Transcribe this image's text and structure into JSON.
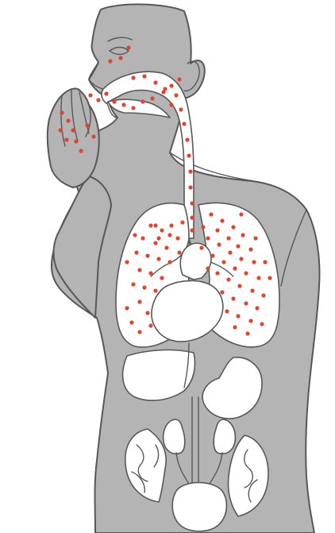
{
  "colors": {
    "background": "#ffffff",
    "body_fill": "#b4b4b4",
    "body_stroke": "#575757",
    "organ_fill": "#ffffff",
    "organ_stroke": "#575757",
    "particle": "#e2452f"
  },
  "icons": [
    "human-torso-illustration",
    "respiratory-tract",
    "lungs",
    "heart",
    "liver",
    "stomach",
    "kidneys",
    "intestines",
    "bladder",
    "hand"
  ],
  "particle_groups": [
    {
      "name": "eye",
      "count": 3
    },
    {
      "name": "hand",
      "count": 9
    },
    {
      "name": "nose-mouth",
      "count": 10
    },
    {
      "name": "airway",
      "count": 16
    },
    {
      "name": "lungs",
      "count": 70
    }
  ]
}
